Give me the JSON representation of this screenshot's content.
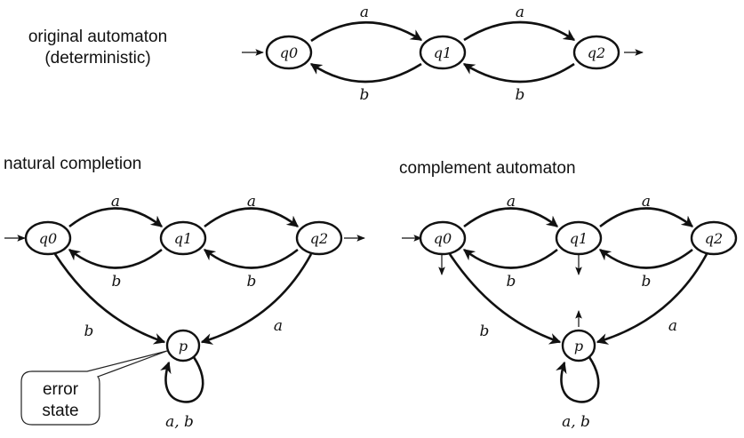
{
  "captions": {
    "original": [
      "original automaton",
      "(deterministic)"
    ],
    "natural": "natural completion",
    "complement": "complement automaton"
  },
  "states": {
    "q0": "q0",
    "q1": "q1",
    "q2": "q2",
    "p": "p"
  },
  "edge_labels": {
    "a": "a",
    "b": "b",
    "loop": "a,  b"
  },
  "callout": [
    "error",
    "state"
  ]
}
